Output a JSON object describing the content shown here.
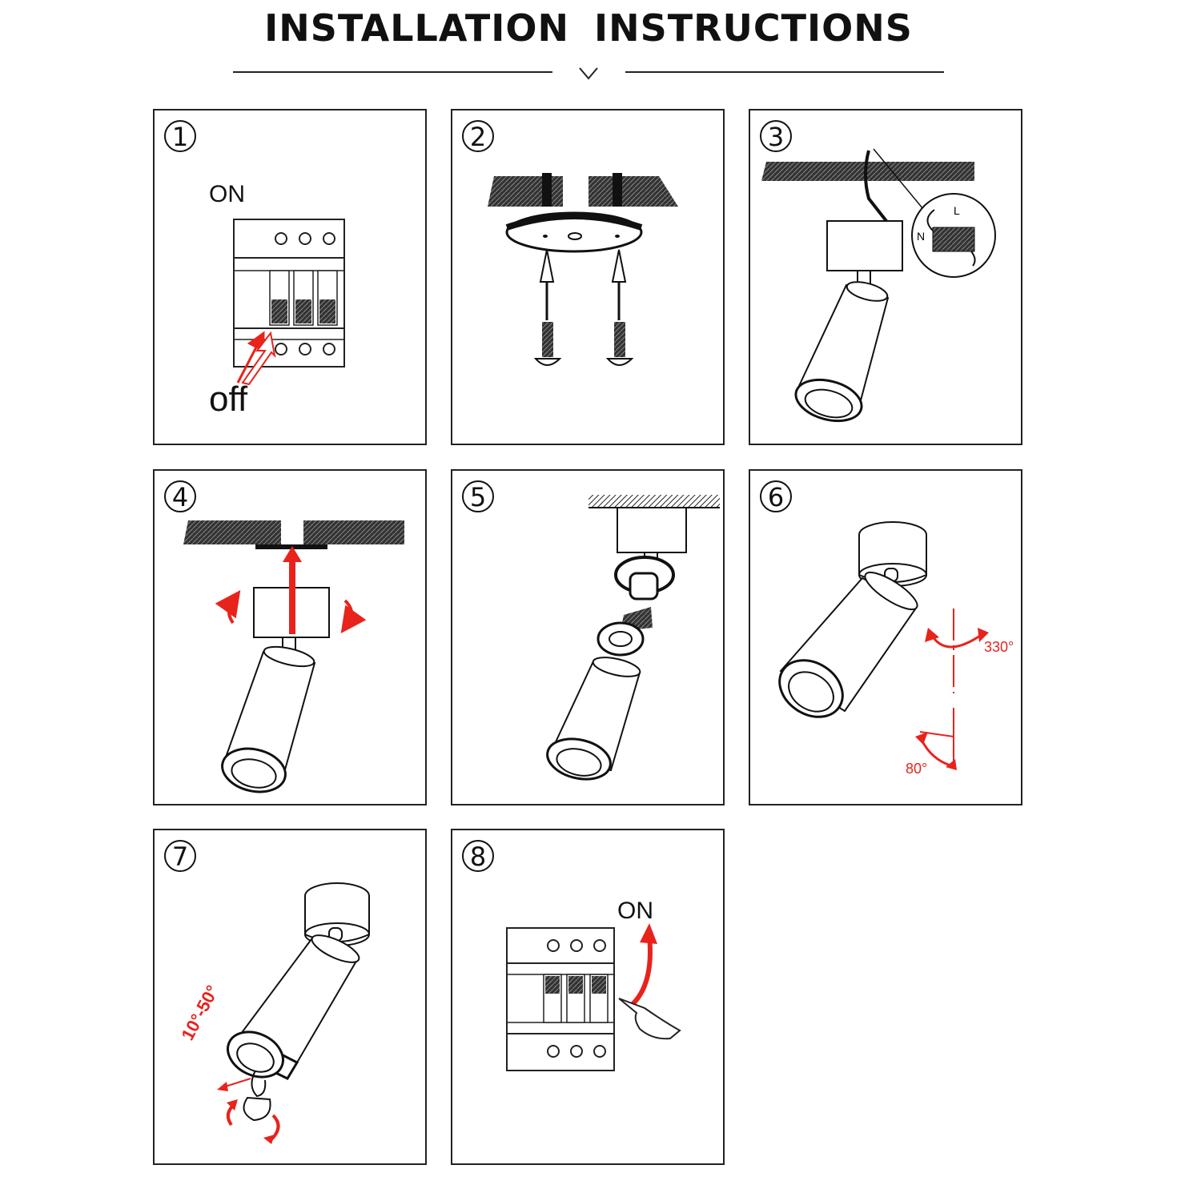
{
  "title": "INSTALLATION  INSTRUCTIONS",
  "colors": {
    "ink": "#111111",
    "accent": "#e8231c",
    "frame": "#222222"
  },
  "steps": [
    {
      "num": "1",
      "on_label": "ON",
      "off_label": "off"
    },
    {
      "num": "2"
    },
    {
      "num": "3",
      "wire_L": "L",
      "wire_N": "N"
    },
    {
      "num": "4"
    },
    {
      "num": "5"
    },
    {
      "num": "6",
      "angle_rotate": "330°",
      "angle_tilt": "80°"
    },
    {
      "num": "7",
      "angle_range": "10°-50°"
    },
    {
      "num": "8",
      "on_label": "ON"
    }
  ]
}
